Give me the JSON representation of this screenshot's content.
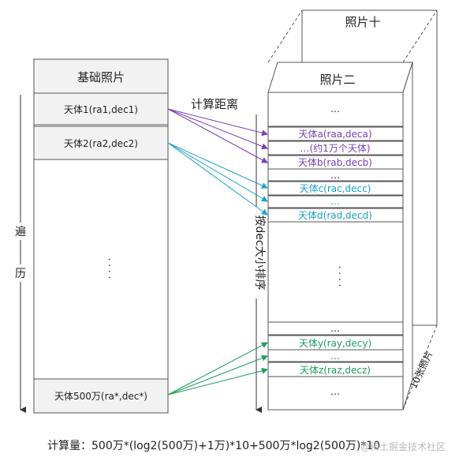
{
  "base": {
    "title": "基础照片",
    "item1": "天体1(ra1,dec1)",
    "item2": "天体2(ra2,dec2)",
    "dots": ". . . .",
    "item_last": "天体500万(ra*,dec*)"
  },
  "labels": {
    "compute_distance": "计算距离",
    "traverse_top": "遍",
    "traverse_bottom": "历",
    "sort_by_dec": "按dec大小排序",
    "ten_photos": "10张照片"
  },
  "photo_back": {
    "title": "照片十"
  },
  "photo_front": {
    "title": "照片二",
    "ellipsis": "…",
    "item_a": "天体a(raa,deca)",
    "item_approx": "…(约1万个天体)",
    "item_b": "天体b(rab,decb)",
    "item_c": "天体c(rac,decc)",
    "item_d": "天体d(rad,decd)",
    "middle_dots": ". . . .",
    "item_y": "天体y(ray,decy)",
    "item_z": "天体z(raz,decz)"
  },
  "formula": "计算量：500万*(log2(500万)+1万)*10+500万*log2(500万)*10",
  "watermark": "@稀土掘金技术社区",
  "colors": {
    "purple": "#7a3fb5",
    "cyan": "#1aa3c9",
    "green": "#1e9e57",
    "box_border": "#555555",
    "header_fill": "#f2f2f2"
  }
}
